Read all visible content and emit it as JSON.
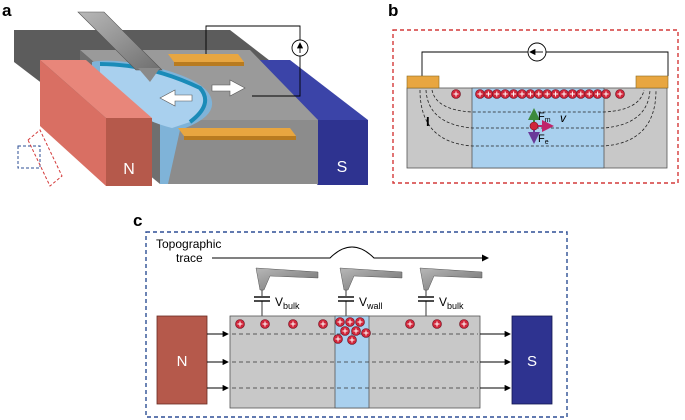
{
  "panels": {
    "a": {
      "label": "a",
      "north_label": "N",
      "south_label": "S"
    },
    "b": {
      "label": "b",
      "current_label": "I",
      "force_m_main": "F",
      "force_m_sub": "m",
      "force_e_main": "F",
      "force_e_sub": "e",
      "velocity_label": "v"
    },
    "c": {
      "label": "c",
      "trace_line1": "Topographic",
      "trace_line2": "trace",
      "north_label": "N",
      "south_label": "S",
      "tips": [
        {
          "main": "V",
          "sub": "bulk"
        },
        {
          "main": "V",
          "sub": "wall"
        },
        {
          "main": "V",
          "sub": "bulk"
        }
      ]
    }
  },
  "colors": {
    "north": "#b5594b",
    "south": "#2e3390",
    "domain_wall": "#a9d0ee",
    "contact": "#e8a640",
    "charge": "#d0263a",
    "frame_b": "#d43a3a",
    "frame_c": "#2e4f95"
  }
}
